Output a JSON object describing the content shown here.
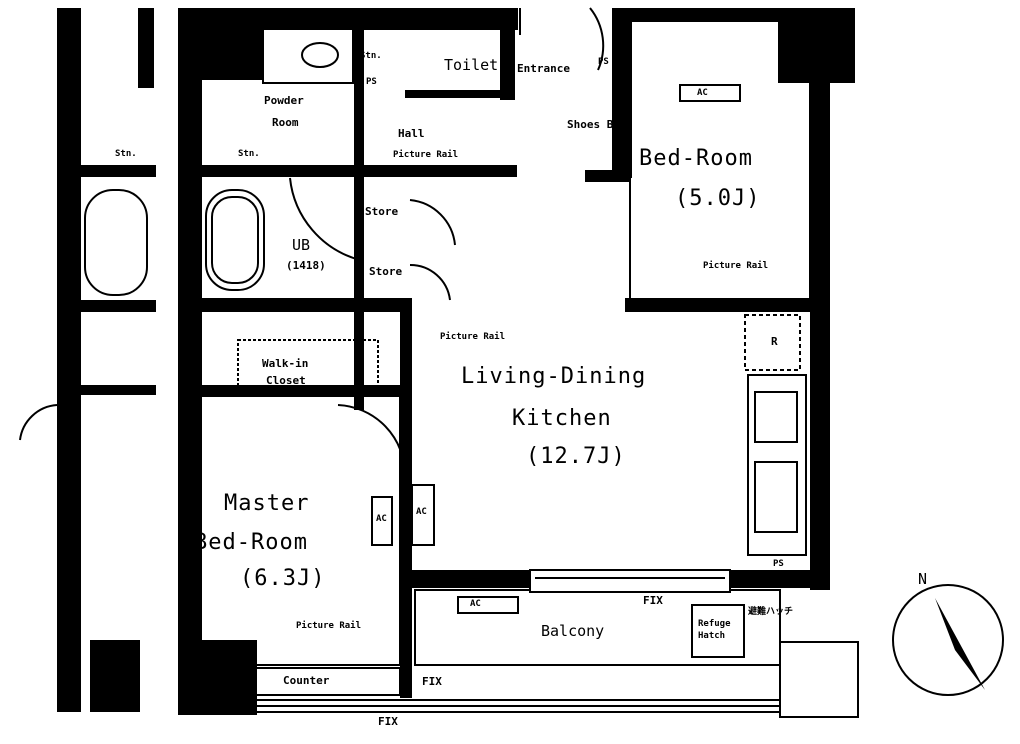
{
  "rooms": {
    "toilet": "Toilet",
    "entrance": "Entrance",
    "powder_room_1": "Powder",
    "powder_room_2": "Room",
    "hall": "Hall",
    "hall_rail": "Picture Rail",
    "shoes_box": "Shoes Box",
    "bedroom": "Bed-Room",
    "bedroom_size": "(5.0J)",
    "bedroom_rail": "Picture Rail",
    "store_1": "Store",
    "store_2": "Store",
    "ub": "UB",
    "ub_size": "(1418)",
    "ldk_rail": "Picture Rail",
    "walkin_1": "Walk-in",
    "walkin_2": "Closet",
    "ldk_1": "Living-Dining",
    "ldk_2": "Kitchen",
    "ldk_size": "(12.7J)",
    "master_1": "Master",
    "master_2": "Bed-Room",
    "master_size": "(6.3J)",
    "master_rail": "Picture Rail",
    "counter": "Counter",
    "balcony": "Balcony",
    "fix_1": "FIX",
    "fix_2": "FIX",
    "fix_3": "FIX",
    "refuge_1": "Refuge",
    "refuge_2": "Hatch",
    "refuge_jp": "避難ハッチ",
    "ac": "AC",
    "fridge": "R",
    "ps": "PS",
    "stn": "Stn."
  },
  "compass": {
    "label": "N"
  }
}
